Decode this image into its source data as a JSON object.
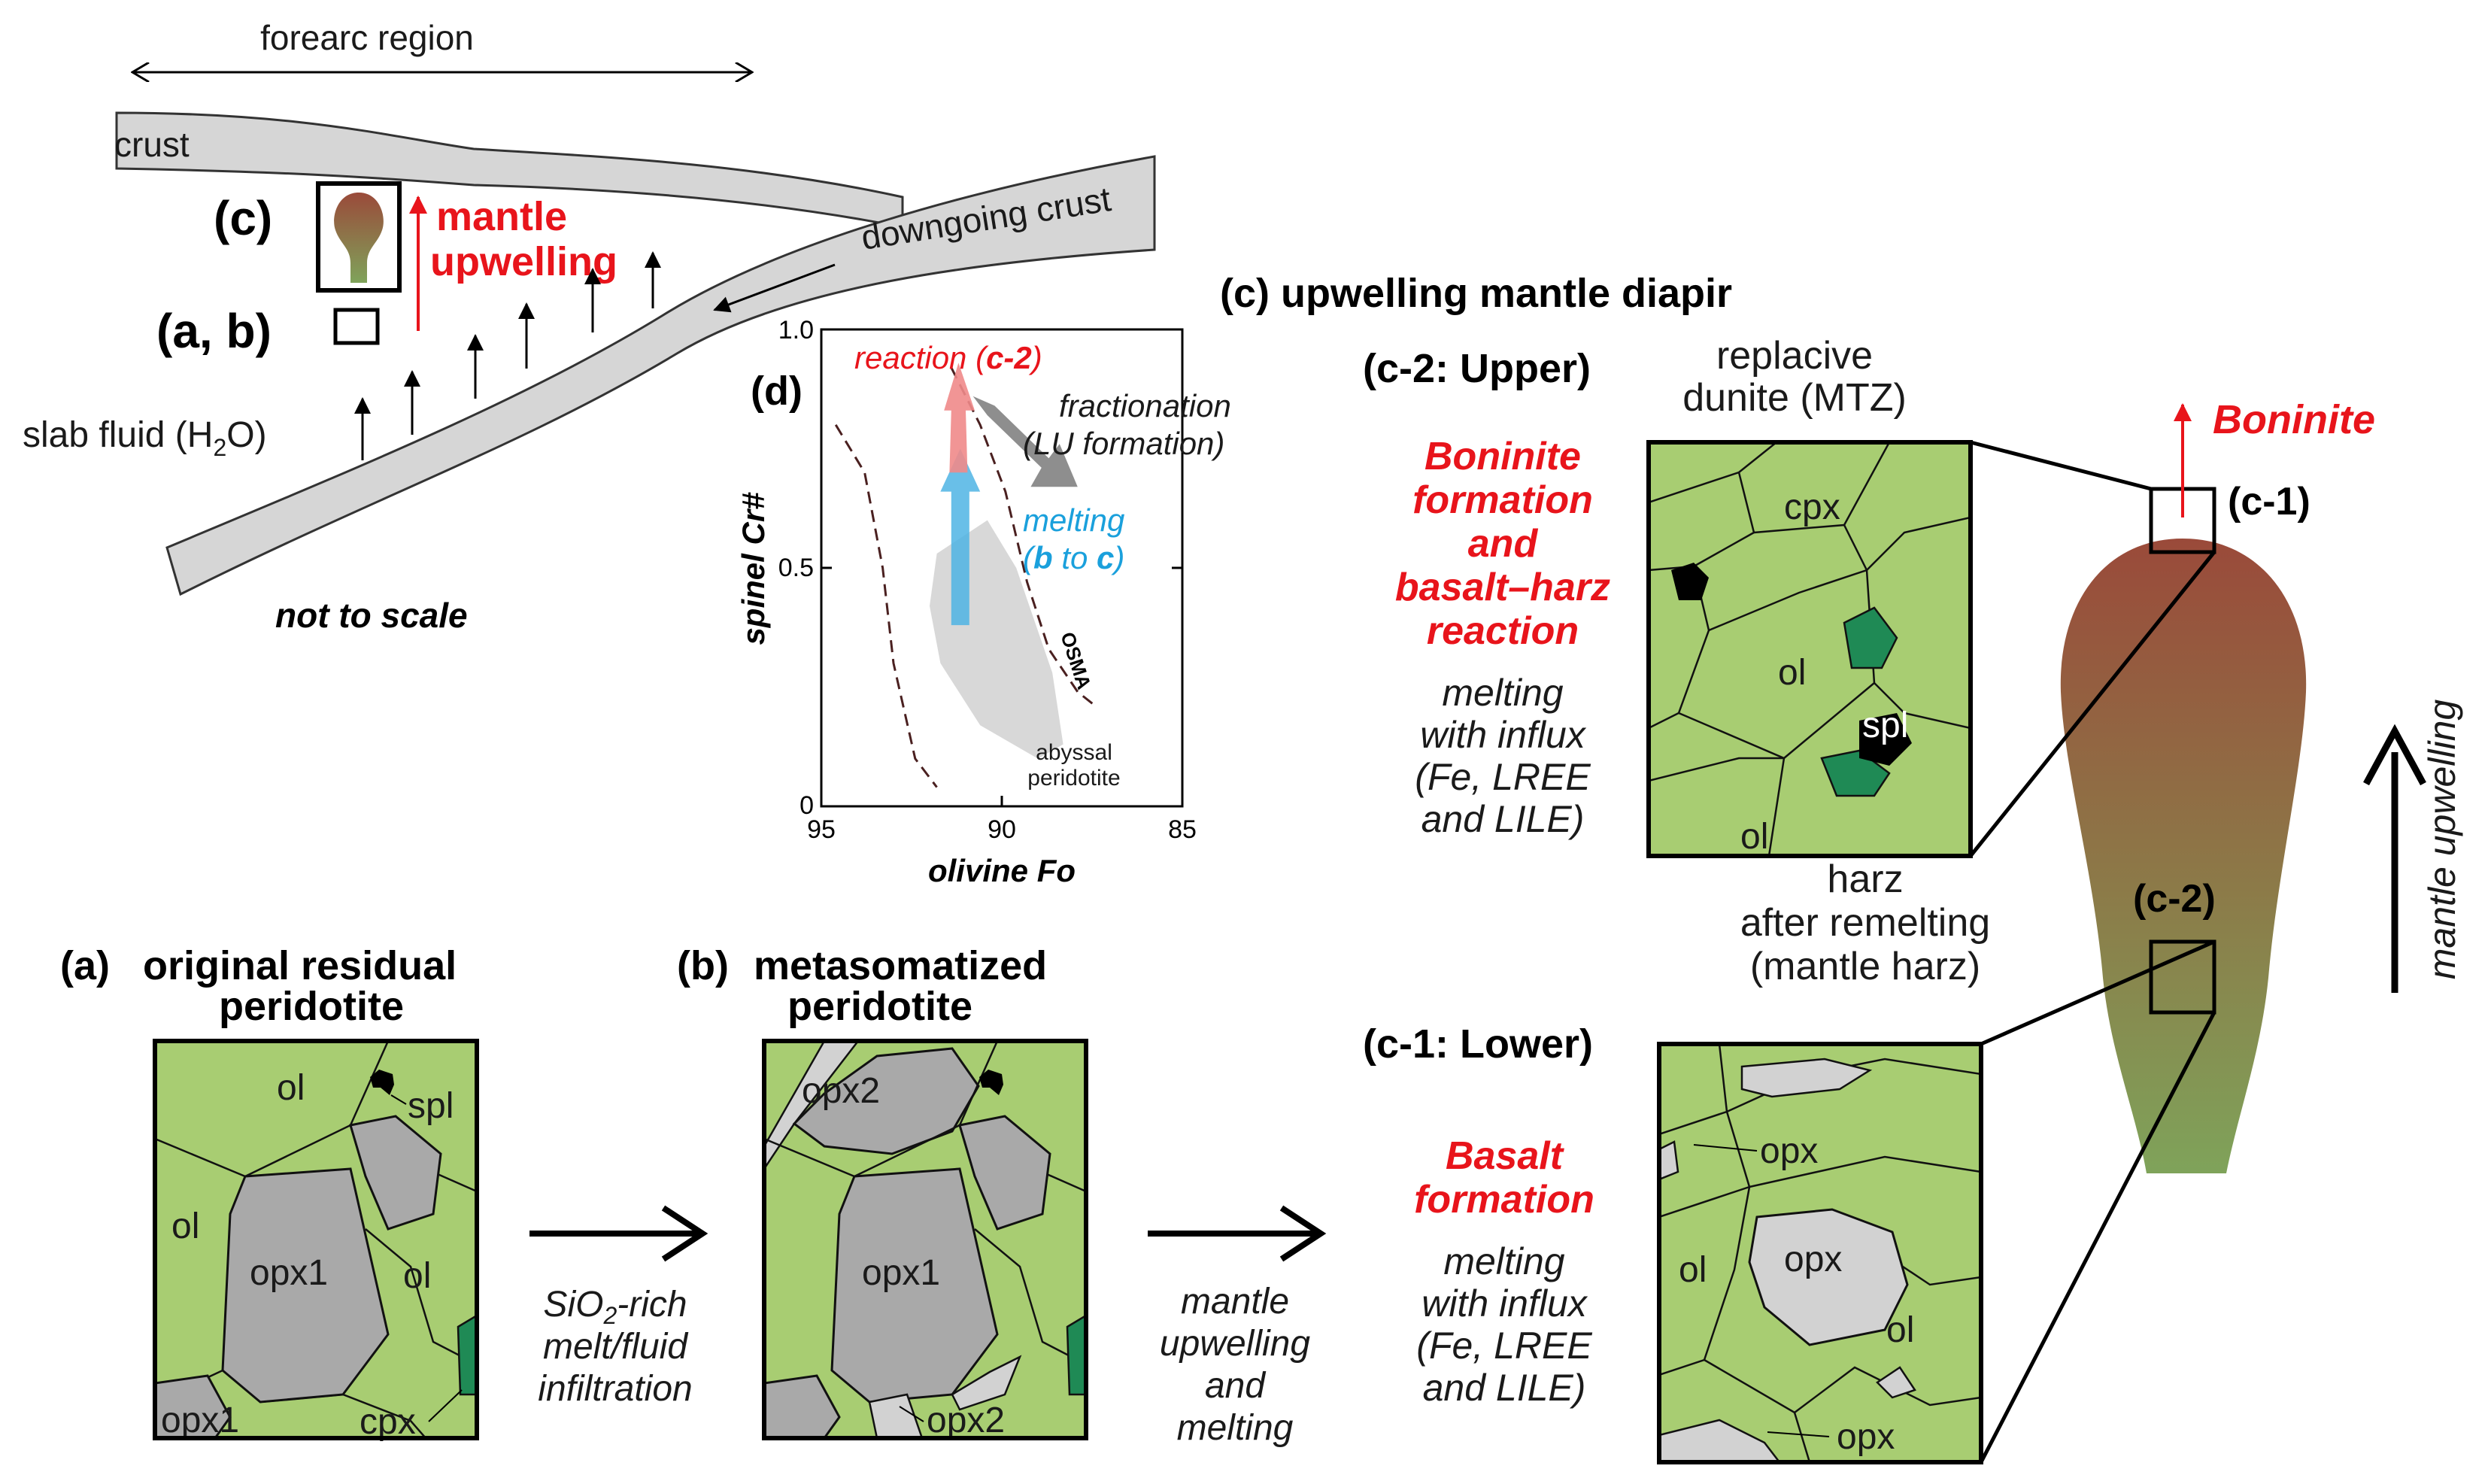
{
  "slab_panel": {
    "forearc_region": "forearc region",
    "crust": "crust",
    "downgoing_crust": "downgoing crust",
    "c_label": "(c)",
    "ab_label": "(a, b)",
    "mantle_upwelling": "mantle upwelling",
    "mantle_word": "mantle",
    "upwelling_word": "upwelling",
    "slab_fluid": "slab fluid (H",
    "slab_fluid_sub": "2",
    "slab_fluid_end": "O)",
    "not_to_scale": "not to scale"
  },
  "plot_d": {
    "label": "(d)",
    "xlabel": "olivine Fo",
    "ylabel": "spinel Cr#",
    "x_ticks": [
      "95",
      "90",
      "85"
    ],
    "y_ticks": [
      "0",
      "0.5",
      "1.0"
    ],
    "reaction": "reaction (",
    "reaction_ref": "c-2",
    "reaction_end": ")",
    "fractionation_1": "fractionation",
    "fractionation_2": "(LU formation)",
    "melting_1": "melting",
    "melting_2_b": "b",
    "melting_2_to": "to",
    "melting_2_c": "c",
    "osma": "OSMA",
    "abyssal_1": "abyssal",
    "abyssal_2": "peridotite"
  },
  "chart_data": {
    "type": "scatter",
    "xlabel": "olivine Fo",
    "ylabel": "spinel Cr#",
    "xlim": [
      95,
      85
    ],
    "ylim": [
      0,
      1.0
    ],
    "x_ticks": [
      95,
      90,
      85
    ],
    "y_ticks": [
      0,
      0.5,
      1.0
    ],
    "annotations": [
      "reaction (c-2)",
      "fractionation (LU formation)",
      "melting (b to c)",
      "OSMA",
      "abyssal peridotite"
    ]
  },
  "panel_a": {
    "title_tag": "(a)",
    "title_1": "original residual",
    "title_2": "peridotite",
    "ol_1": "ol",
    "ol_2": "ol",
    "ol_3": "ol",
    "spl": "spl",
    "opx1_1": "opx1",
    "opx1_2": "opx1",
    "cpx": "cpx"
  },
  "arrow_1": {
    "line_1_a": "SiO",
    "line_1_sub": "2",
    "line_1_b": "-rich",
    "line_2": "melt/fluid",
    "line_3": "infiltration"
  },
  "panel_b": {
    "title_tag": "(b)",
    "title_1": "metasomatized",
    "title_2": "peridotite",
    "opx2_1": "opx2",
    "opx1": "opx1",
    "opx2_2": "opx2"
  },
  "arrow_2": {
    "line_1": "mantle",
    "line_2": "upwelling",
    "line_3": "and",
    "line_4": "melting"
  },
  "panel_c": {
    "title": "(c)  upwelling mantle diapir",
    "upper_label": "(c-2: Upper)",
    "upper_title_1": "replacive",
    "upper_title_2": "dunite (MTZ)",
    "upper_red": [
      "Boninite",
      "formation",
      "and",
      "basalt–harz",
      "reaction"
    ],
    "upper_black": [
      "melting",
      "with influx",
      "(Fe, LREE",
      "and LILE)"
    ],
    "upper_minerals": {
      "cpx": "cpx",
      "ol_1": "ol",
      "spl": "spl",
      "ol_2": "ol"
    },
    "lower_label": "(c-1: Lower)",
    "lower_title_1": "harz",
    "lower_title_2": "after remelting",
    "lower_title_3": "(mantle harz)",
    "lower_red": [
      "Basalt",
      "formation"
    ],
    "lower_black": [
      "melting",
      "with influx",
      "(Fe, LREE",
      "and LILE)"
    ],
    "lower_minerals": {
      "opx_1": "opx",
      "opx_2": "opx",
      "ol_1": "ol",
      "ol_2": "ol",
      "opx_3": "opx"
    },
    "boninite": "Boninite",
    "c1_tag": "(c-1)",
    "c2_tag": "(c-2)",
    "mantle_upwelling_vertical": "mantle upwelling"
  },
  "colors": {
    "olivine_green": "#a8cd72",
    "cpx_green": "#1f8a55",
    "opx_gray": "#a9a9a9",
    "opx_light": "#d2d2d2",
    "red": "#e8141b",
    "blue": "#1aa0dc",
    "diapir_top": "#9a4a3a",
    "diapir_bottom": "#7fa35a"
  }
}
